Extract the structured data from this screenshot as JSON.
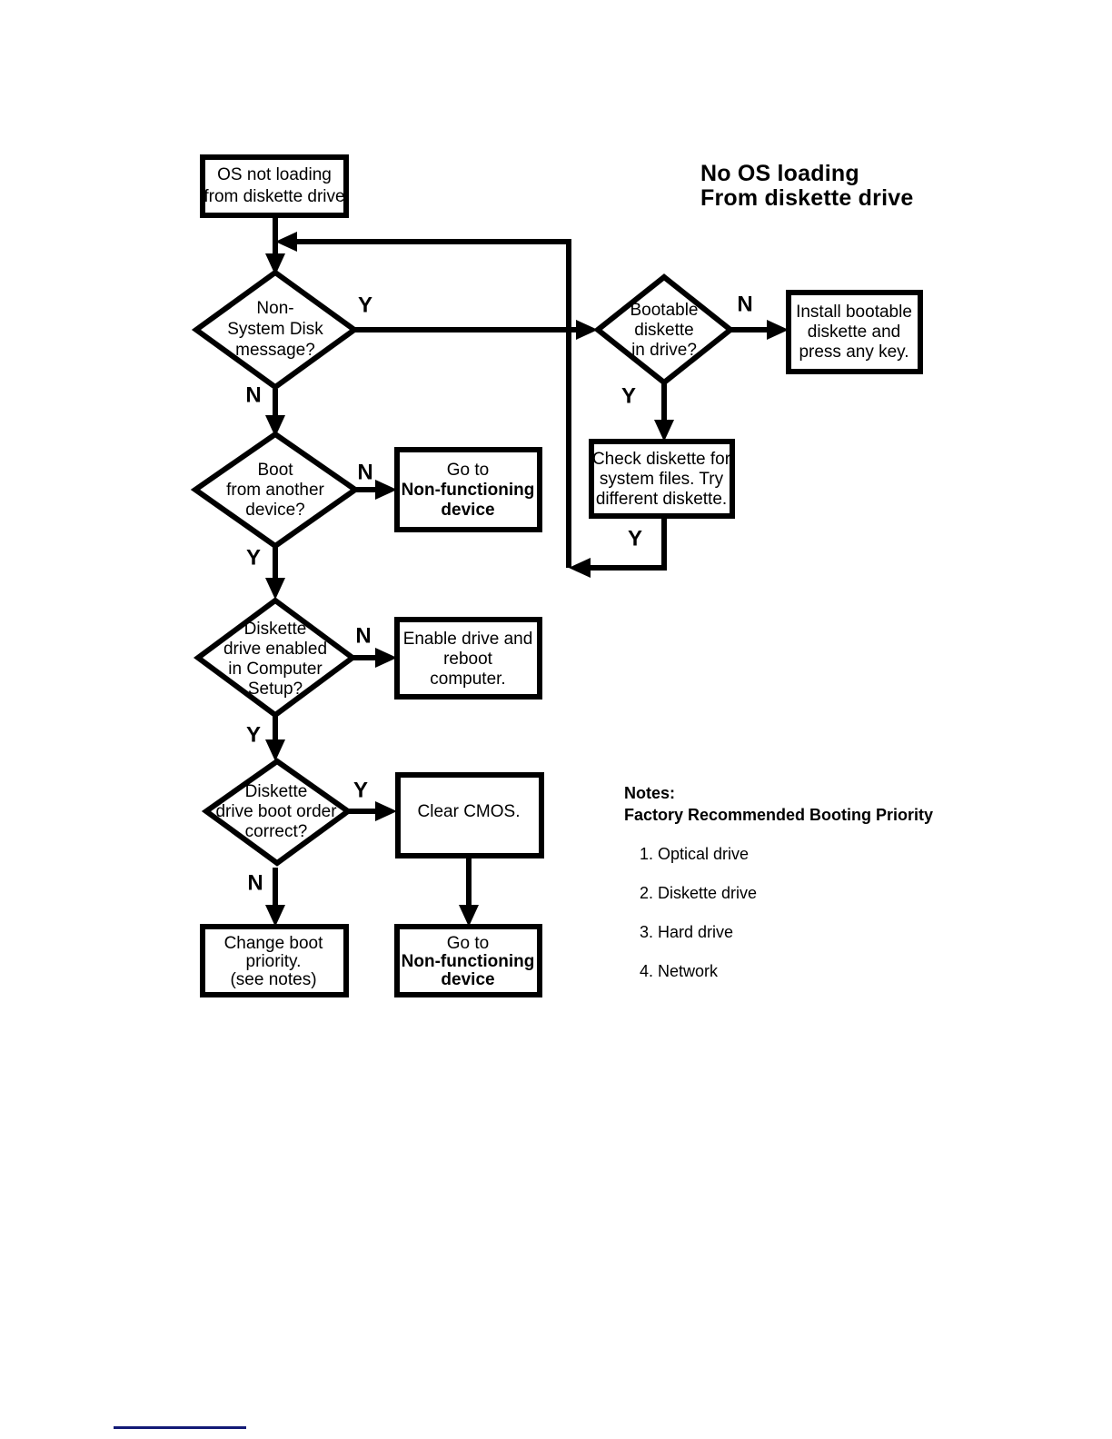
{
  "title": {
    "line1": "No OS loading",
    "line2": "From diskette drive"
  },
  "nodes": {
    "start": {
      "kind": "process",
      "lines": [
        "OS not loading",
        "from diskette drive"
      ]
    },
    "non_system_disk": {
      "kind": "decision",
      "lines": [
        "Non-",
        "System Disk",
        "message?"
      ]
    },
    "bootable_diskette": {
      "kind": "decision",
      "lines": [
        "Bootable",
        "diskette",
        "in drive?"
      ]
    },
    "install_bootable": {
      "kind": "process",
      "lines": [
        "Install bootable",
        "diskette and",
        "press any key."
      ]
    },
    "check_diskette": {
      "kind": "process",
      "lines": [
        "Check diskette for",
        "system files. Try",
        "different diskette."
      ]
    },
    "boot_another_device": {
      "kind": "decision",
      "lines": [
        "Boot",
        "from another",
        "device?"
      ]
    },
    "goto_nonfunctioning_1": {
      "kind": "process",
      "lines": [
        "Go to",
        "Non-functioning",
        "device"
      ],
      "bold_lines": [
        1,
        2
      ]
    },
    "diskette_enabled": {
      "kind": "decision",
      "lines": [
        "Diskette",
        "drive enabled",
        "in Computer",
        "Setup?"
      ]
    },
    "enable_drive": {
      "kind": "process",
      "lines": [
        "Enable drive and",
        "reboot",
        "computer."
      ]
    },
    "boot_order_correct": {
      "kind": "decision",
      "lines": [
        "Diskette",
        "drive boot order",
        "correct?"
      ]
    },
    "clear_cmos": {
      "kind": "process",
      "lines": [
        "Clear CMOS."
      ]
    },
    "change_boot_priority": {
      "kind": "process",
      "lines": [
        "Change boot",
        "priority.",
        "(see notes)"
      ]
    },
    "goto_nonfunctioning_2": {
      "kind": "process",
      "lines": [
        "Go to",
        "Non-functioning",
        "device"
      ],
      "bold_lines": [
        1,
        2
      ]
    }
  },
  "branch_labels": {
    "non_system_disk_yes": "Y",
    "non_system_disk_no": "N",
    "bootable_diskette_no": "N",
    "bootable_diskette_yes": "Y",
    "check_diskette_loop": "Y",
    "boot_another_device_no": "N",
    "boot_another_device_yes": "Y",
    "diskette_enabled_no": "N",
    "diskette_enabled_yes": "Y",
    "boot_order_yes": "Y",
    "boot_order_no": "N"
  },
  "notes": {
    "heading": "Notes:",
    "subheading": "Factory Recommended Booting Priority",
    "items": [
      "1. Optical drive",
      "2. Diskette drive",
      "3. Hard drive",
      "4. Network"
    ]
  },
  "colors": {
    "ink": "#000000",
    "paper": "#ffffff",
    "footer_rule": "#131a76"
  }
}
